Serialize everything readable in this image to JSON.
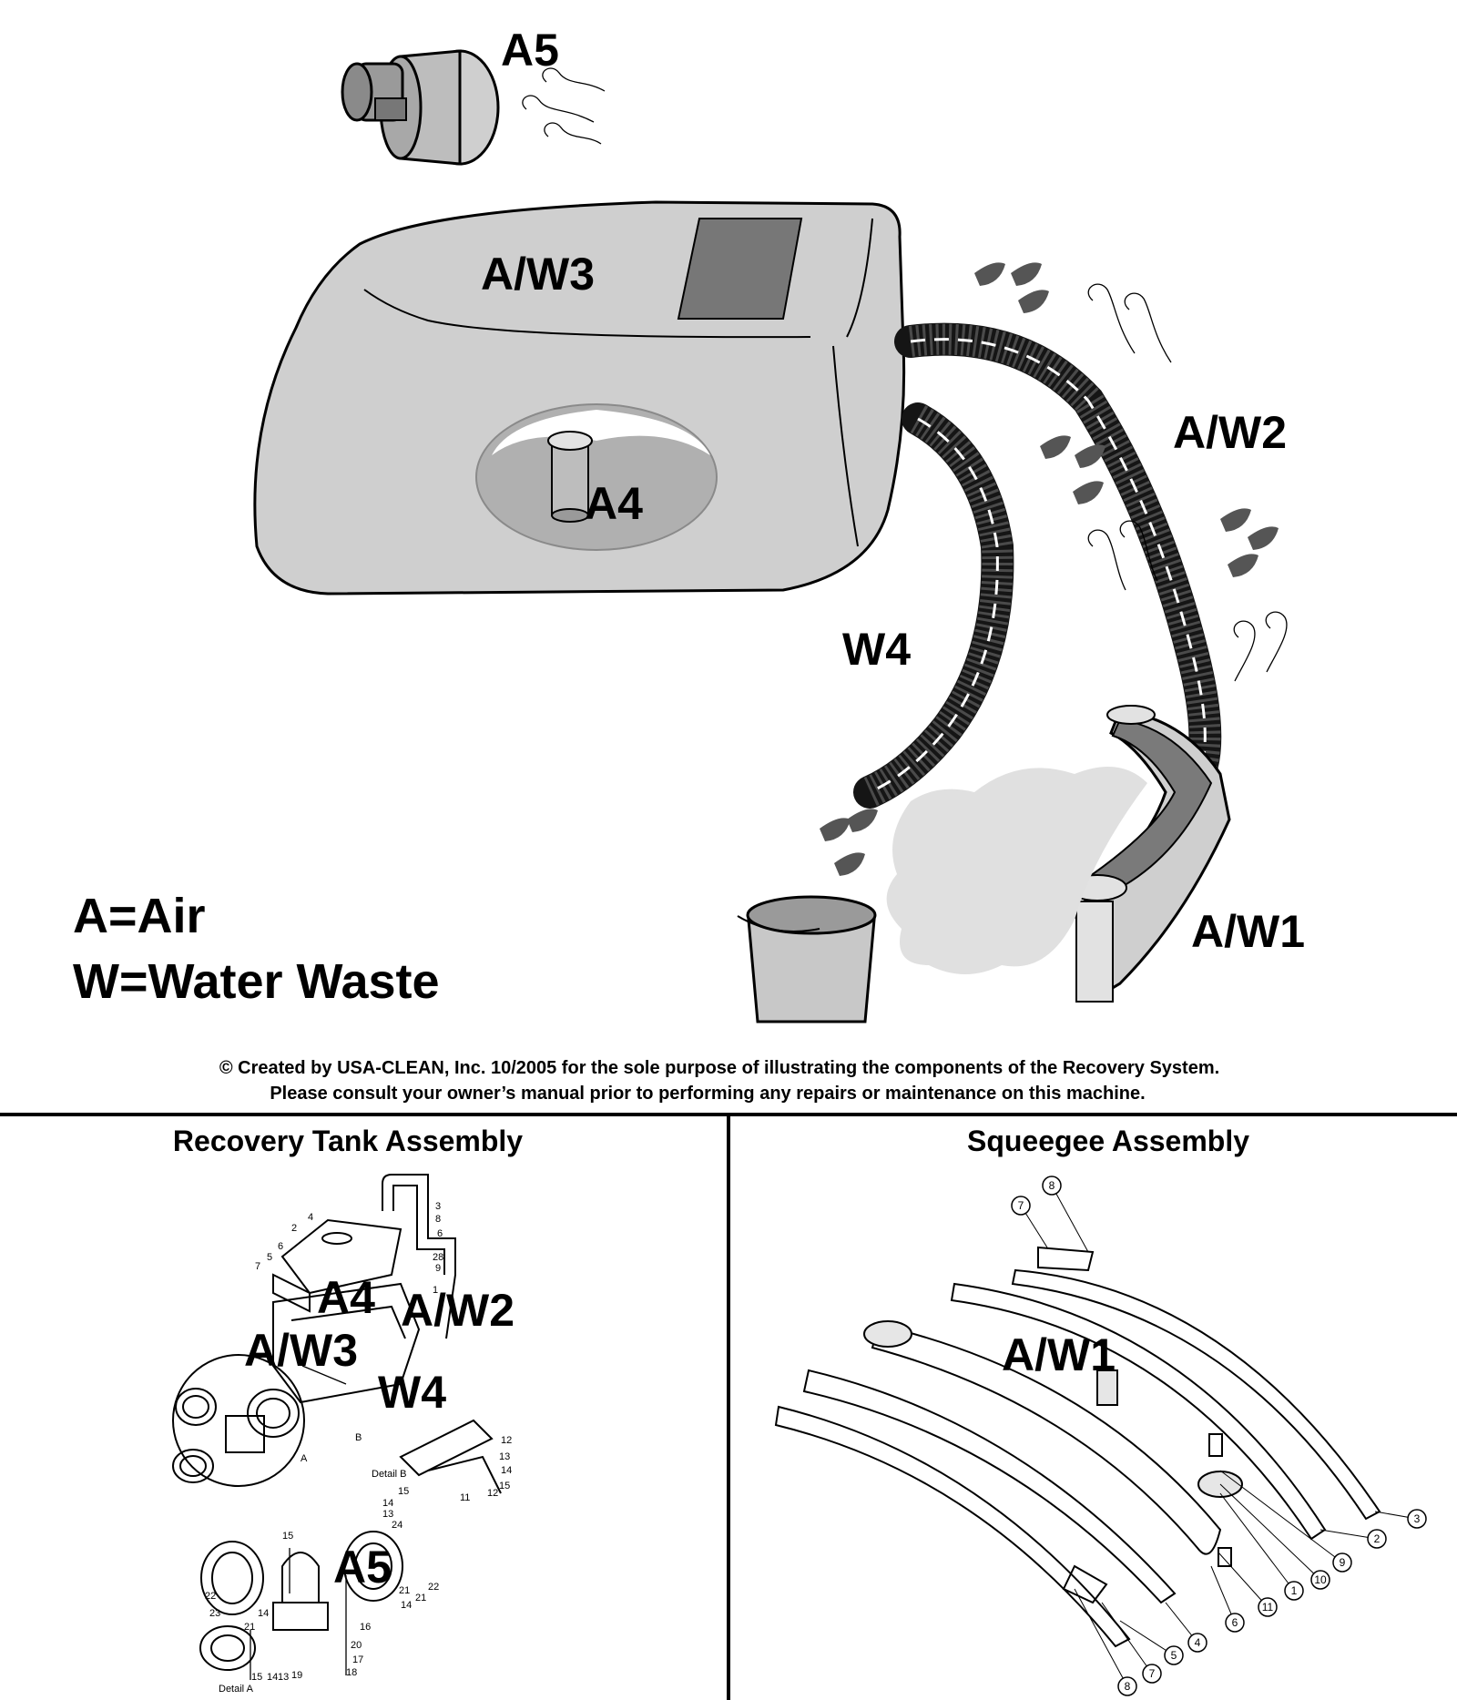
{
  "top_diagram": {
    "labels": {
      "a5": "A5",
      "aw3": "A/W3",
      "a4": "A4",
      "aw2": "A/W2",
      "w4": "W4",
      "aw1": "A/W1"
    },
    "legend": {
      "air": "A=Air",
      "water": "W=Water Waste"
    },
    "copyright": {
      "line1": "© Created by USA-CLEAN, Inc. 10/2005 for the sole purpose of illustrating the components of the Recovery System.",
      "line2": "Please consult your owner’s manual prior to performing any repairs or maintenance on this machine."
    }
  },
  "recovery_tank_panel": {
    "title": "Recovery Tank Assembly",
    "overlay_labels": {
      "a4": "A4",
      "aw2": "A/W2",
      "aw3": "A/W3",
      "w4": "W4",
      "a5": "A5"
    },
    "detail_labels": {
      "detail_b": "Detail B",
      "detail_a": "Detail A",
      "marker_a": "A",
      "marker_b": "B"
    },
    "part_numbers": [
      "4",
      "2",
      "6",
      "5",
      "7",
      "3",
      "8",
      "6",
      "28",
      "9",
      "1",
      "12",
      "13",
      "14",
      "15",
      "11",
      "12",
      "15",
      "14",
      "13",
      "24",
      "15",
      "22",
      "21",
      "23",
      "14",
      "21",
      "19",
      "15",
      "14",
      "13",
      "16",
      "20",
      "17",
      "18",
      "22",
      "21",
      "14"
    ]
  },
  "squeegee_panel": {
    "title": "Squeegee Assembly",
    "overlay_label": "A/W1",
    "callouts": [
      "8",
      "7",
      "3",
      "2",
      "9",
      "10",
      "1",
      "11",
      "6",
      "4",
      "5",
      "7",
      "8"
    ]
  },
  "colors": {
    "tank_fill": "#cfcfcf",
    "tank_window": "#777777",
    "hose_dark": "#151515",
    "panel_border": "#000000"
  }
}
